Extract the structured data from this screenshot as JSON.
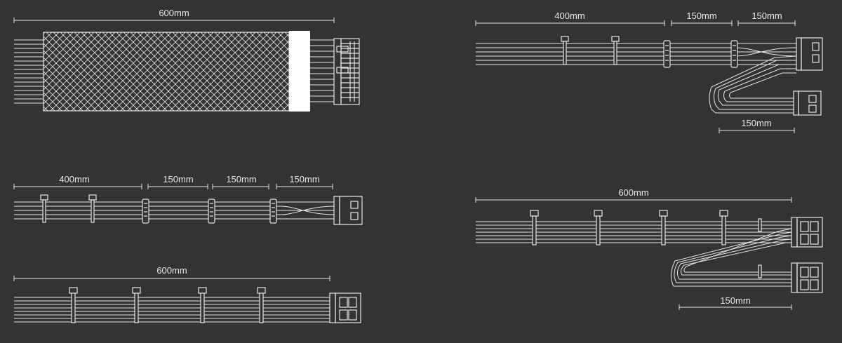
{
  "colors": {
    "background": "#333333",
    "line": "#e6e6e6",
    "dim_text": "#e8e8e8",
    "sleeve_fill": "#ffffff"
  },
  "cables": {
    "atx_24pin": {
      "length_label": "600mm"
    },
    "pcie_dual": {
      "segment_labels": [
        "400mm",
        "150mm",
        "150mm"
      ],
      "branch_label": "150mm"
    },
    "sata_quad": {
      "segment_labels": [
        "400mm",
        "150mm",
        "150mm",
        "150mm"
      ]
    },
    "cpu_8pin": {
      "length_label": "600mm"
    },
    "cpu_dual": {
      "length_label": "600mm",
      "branch_label": "150mm"
    }
  }
}
